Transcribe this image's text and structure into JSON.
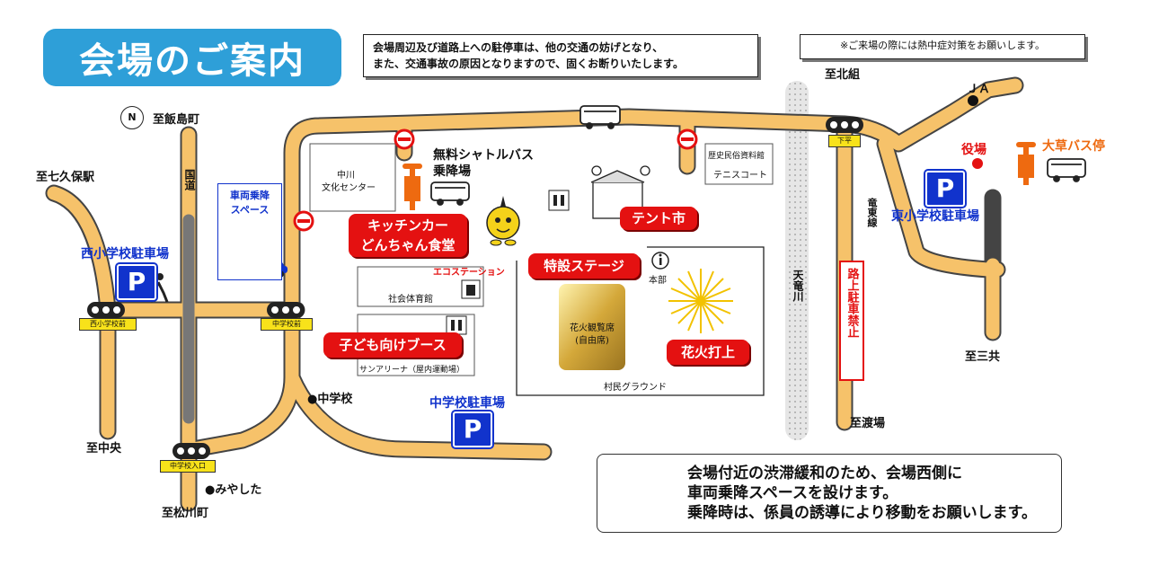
{
  "title": "会場のご案内",
  "notice": {
    "line1": "会場周辺及び道路上への駐停車は、他の交通の妨げとなり、",
    "line2": "また、交通事故の原因となりますので、固くお断りいたします。"
  },
  "heat_notice": "※ご来場の際には熱中症対策をお願いします。",
  "compass": "N",
  "destinations": {
    "iijima": "至飯島町",
    "nanakubo": "至七久保駅",
    "chuo": "至中央",
    "matsukawa": "至松川町",
    "kitagumi": "至北組",
    "sanko": "至三共",
    "watariba": "至渡場"
  },
  "roads": {
    "kokudo": "国道",
    "tenryu": "天竜川",
    "ryutosen": "竜東線"
  },
  "signals": {
    "nishi": "西小学校前",
    "chugakko": "中学校前",
    "iriguchi": "中学校入口",
    "shimohira": "下平"
  },
  "parking": {
    "nishi": "西小学校駐車場",
    "higashi": "東小学校駐車場",
    "chugakko": "中学校駐車場",
    "symbol": "P"
  },
  "dropoff": {
    "line1": "車両乗降",
    "line2": "スペース"
  },
  "facilities": {
    "bunka1": "中川",
    "bunka2": "文化センター",
    "shuttle1": "無料シャトルバス",
    "shuttle2": "乗降場",
    "rekishi": "歴史民俗資料館",
    "tennis": "テニスコート",
    "shakai": "社会体育館",
    "sanarina": "サンアリーナ（屋内運動場）",
    "eco": "エコステーション",
    "honbu": "本部",
    "ground": "村民グラウンド",
    "seat1": "花火観覧席",
    "seat2": "(自由席)",
    "junior_high": "●中学校",
    "miyashita": "●みやした",
    "ja": "ＪＡ",
    "yakuba": "役場",
    "bus_stop": "大草バス停",
    "no_parking": "路上駐車禁止"
  },
  "pills": {
    "kitchen1": "キッチンカー",
    "kitchen2": "どんちゃん食堂",
    "tent": "テント市",
    "stage": "特設ステージ",
    "kids": "子ども向けブース",
    "hanabi": "花火打上"
  },
  "info": {
    "line1": "会場付近の渋滞緩和のため、会場西側に",
    "line2": "車両乗降スペースを設けます。",
    "line3": "乗降時は、係員の誘導により移動をお願いします。"
  },
  "colors": {
    "road": "#f6c26a",
    "road_edge": "#444444",
    "title_bg": "#2e9fd8",
    "red": "#e41111",
    "blue": "#1133cc",
    "orange": "#ee6a10",
    "river": "#dddddd"
  }
}
